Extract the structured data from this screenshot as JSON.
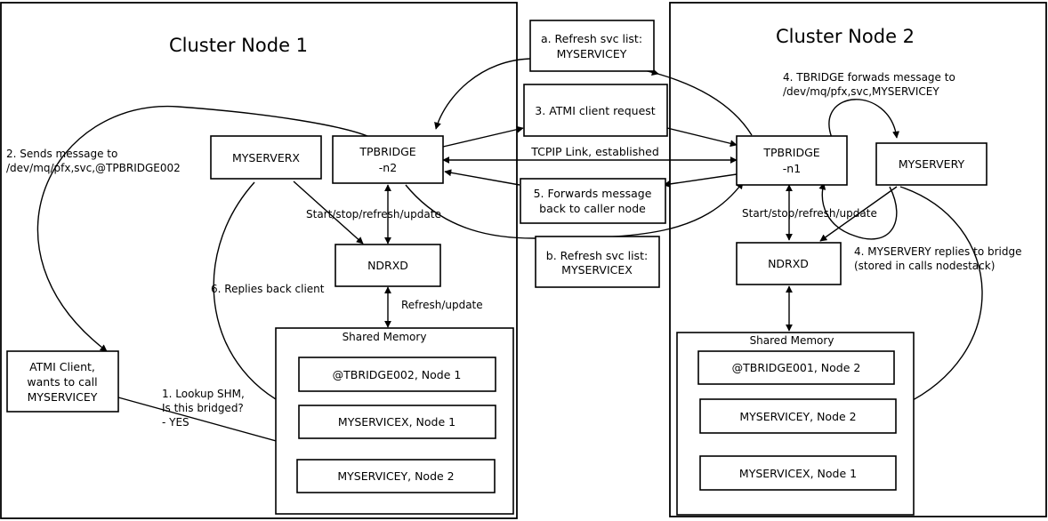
{
  "node1": {
    "title": "Cluster Node 1",
    "myserverx": "MYSERVERX",
    "tpbridge_line1": "TPBRIDGE",
    "tpbridge_line2": "-n2",
    "ndrxd": "NDRXD",
    "shm_title": "Shared Memory",
    "shm_rows": [
      "@TBRIDGE002, Node 1",
      "MYSERVICEX, Node 1",
      "MYSERVICEY, Node 2"
    ],
    "client_lines": [
      "ATMI Client,",
      "wants to call",
      "MYSERVICEY"
    ],
    "label_sends_1": "2. Sends message to",
    "label_sends_2": "/dev/mq/pfx,svc,@TPBRIDGE002",
    "label_startstop": "Start/stop/refresh/update",
    "label_refresh": "Refresh/update",
    "label_replies": "6. Replies back client",
    "label_lookup_1": "1. Lookup SHM,",
    "label_lookup_2": "Is this bridged?",
    "label_lookup_3": "- YES"
  },
  "node2": {
    "title": "Cluster Node 2",
    "myservery": "MYSERVERY",
    "tpbridge_line1": "TPBRIDGE",
    "tpbridge_line2": "-n1",
    "ndrxd": "NDRXD",
    "shm_title": "Shared Memory",
    "shm_rows": [
      "@TBRIDGE001, Node 2",
      "MYSERVICEY, Node 2",
      "MYSERVICEX, Node 1"
    ],
    "label_forwards_1": "4. TBRIDGE forwads message to",
    "label_forwards_2": "/dev/mq/pfx,svc,MYSERVICEY",
    "label_startstop": "Start/stop/refresh/update",
    "label_replies_1": "4. MYSERVERY replies to bridge",
    "label_replies_2": "(stored in calls nodestack)"
  },
  "middle": {
    "refresh_a_1": "a. Refresh svc list:",
    "refresh_a_2": "MYSERVICEY",
    "atmi_request": "3. ATMI client request",
    "tcpip": "TCPIP Link, established",
    "forwards_1": "5. Forwards message",
    "forwards_2": "back to caller node",
    "refresh_b_1": "b. Refresh svc list:",
    "refresh_b_2": "MYSERVICEX"
  }
}
